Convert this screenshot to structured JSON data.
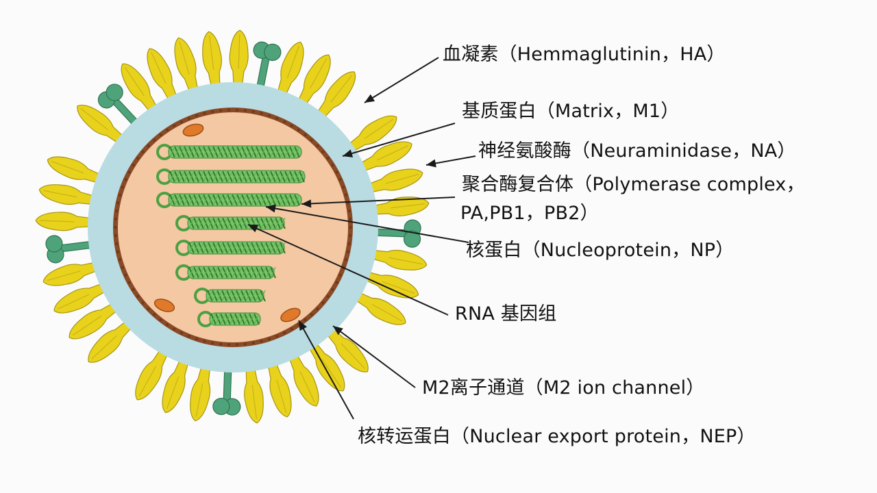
{
  "labels": {
    "ha": "血凝素（Hemmaglutinin，HA）",
    "m1": "基质蛋白（Matrix，M1）",
    "na": "神经氨酸酶（Neuraminidase，NA）",
    "polymerase_line1": "聚合酶复合体（Polymerase complex，",
    "polymerase_line2": "PA,PB1，PB2）",
    "np": "核蛋白（Nucleoprotein，NP）",
    "rna": "RNA 基因组",
    "m2": "M2离子通道（M2 ion channel）",
    "nep": "核转运蛋白（Nuclear export protein，NEP）"
  },
  "colors": {
    "ha_spike": "#e9d21b",
    "ha_outline": "#a69512",
    "na_spike": "#4fa37a",
    "na_outline": "#2f7352",
    "m2_channel": "#8a6fa6",
    "envelope": "#b9dbe2",
    "matrix_layer": "#8a4a26",
    "core": "#f3c8a2",
    "rnp": "#4ba043",
    "nep": "#e07a2a",
    "pointer": "#1a1a1a"
  }
}
